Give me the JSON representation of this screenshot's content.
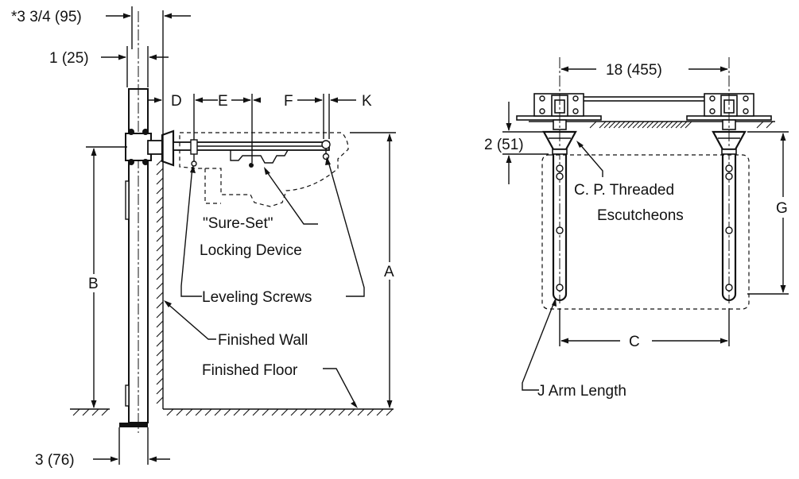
{
  "labels": {
    "dim_plate_offset": "*3 3/4 (95)",
    "dim_post_offset": "1 (25)",
    "dim_foot_width": "3 (76)",
    "dim_spacing": "18 (455)",
    "dim_escutcheon_height": "2 (51)",
    "letter_a": "A",
    "letter_b": "B",
    "letter_c": "C",
    "letter_d": "D",
    "letter_e": "E",
    "letter_f": "F",
    "letter_g": "G",
    "letter_k": "K",
    "sure_set_line1": "\"Sure-Set\"",
    "sure_set_line2": "Locking Device",
    "leveling_screws": "Leveling Screws",
    "finished_wall": "Finished Wall",
    "finished_floor": "Finished Floor",
    "escutcheons_line1": "C. P. Threaded",
    "escutcheons_line2": "Escutcheons",
    "j_arm_length": "J Arm Length"
  }
}
